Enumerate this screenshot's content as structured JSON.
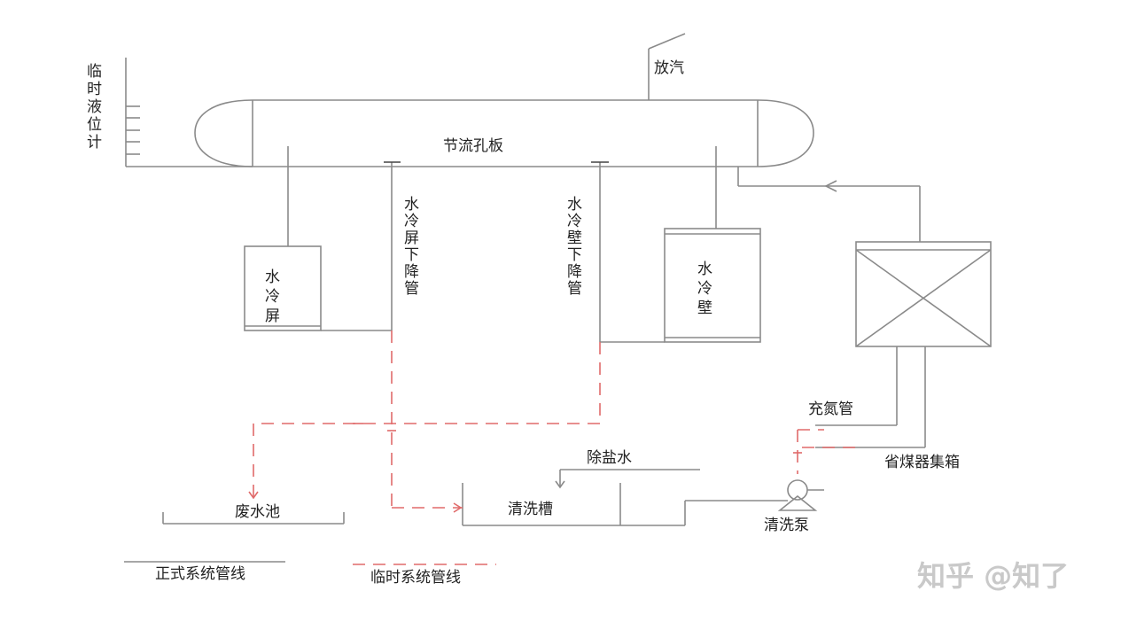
{
  "labels": {
    "temp_level_gauge": [
      "临",
      "时",
      "液",
      "位",
      "计"
    ],
    "vent": "放汽",
    "orifice_plate": "节流孔板",
    "water_cooled_screen": [
      "水",
      "冷",
      "屏"
    ],
    "screen_downcomer": [
      "水",
      "冷",
      "屏",
      "下",
      "降",
      "管"
    ],
    "wall_downcomer": [
      "水",
      "冷",
      "壁",
      "下",
      "降",
      "管"
    ],
    "water_cooled_wall": [
      "水",
      "冷",
      "壁"
    ],
    "nitrogen_pipe": "充氮管",
    "economizer_header": "省煤器集箱",
    "demin_water": "除盐水",
    "waste_pool": "废水池",
    "cleaning_tank": "清洗槽",
    "cleaning_pump": "清洗泵",
    "legend_formal": "正式系统管线",
    "legend_temporary": "临时系统管线"
  },
  "watermark": "知乎 @知了",
  "colors": {
    "formal_line": "#8a8a8a",
    "temporary_line": "#e06a6a",
    "text": "#222222",
    "watermark": "#c9c9c9"
  }
}
